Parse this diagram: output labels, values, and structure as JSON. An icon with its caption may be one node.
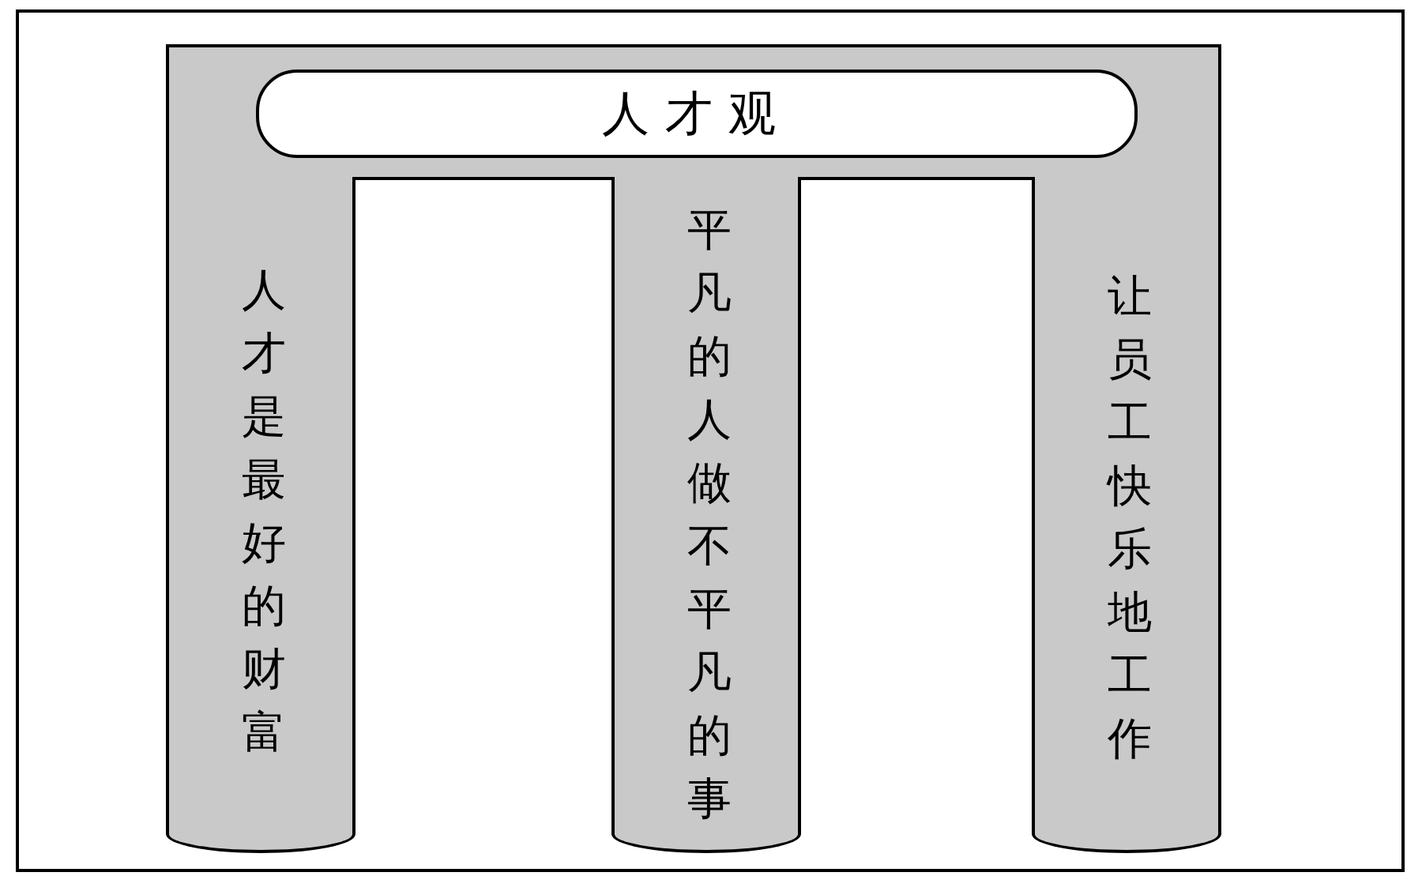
{
  "diagram": {
    "nodes": [
      {
        "text": [],
        "shape": "box"
      },
      {
        "text": [
          "人才观"
        ],
        "in": 0
      },
      {
        "text": [
          "人才是最好的财富"
        ]
      },
      {
        "text": [
          "平凡的人做不平凡的事"
        ]
      },
      {
        "text": [
          "让员工快乐地工作"
        ]
      }
    ]
  }
}
